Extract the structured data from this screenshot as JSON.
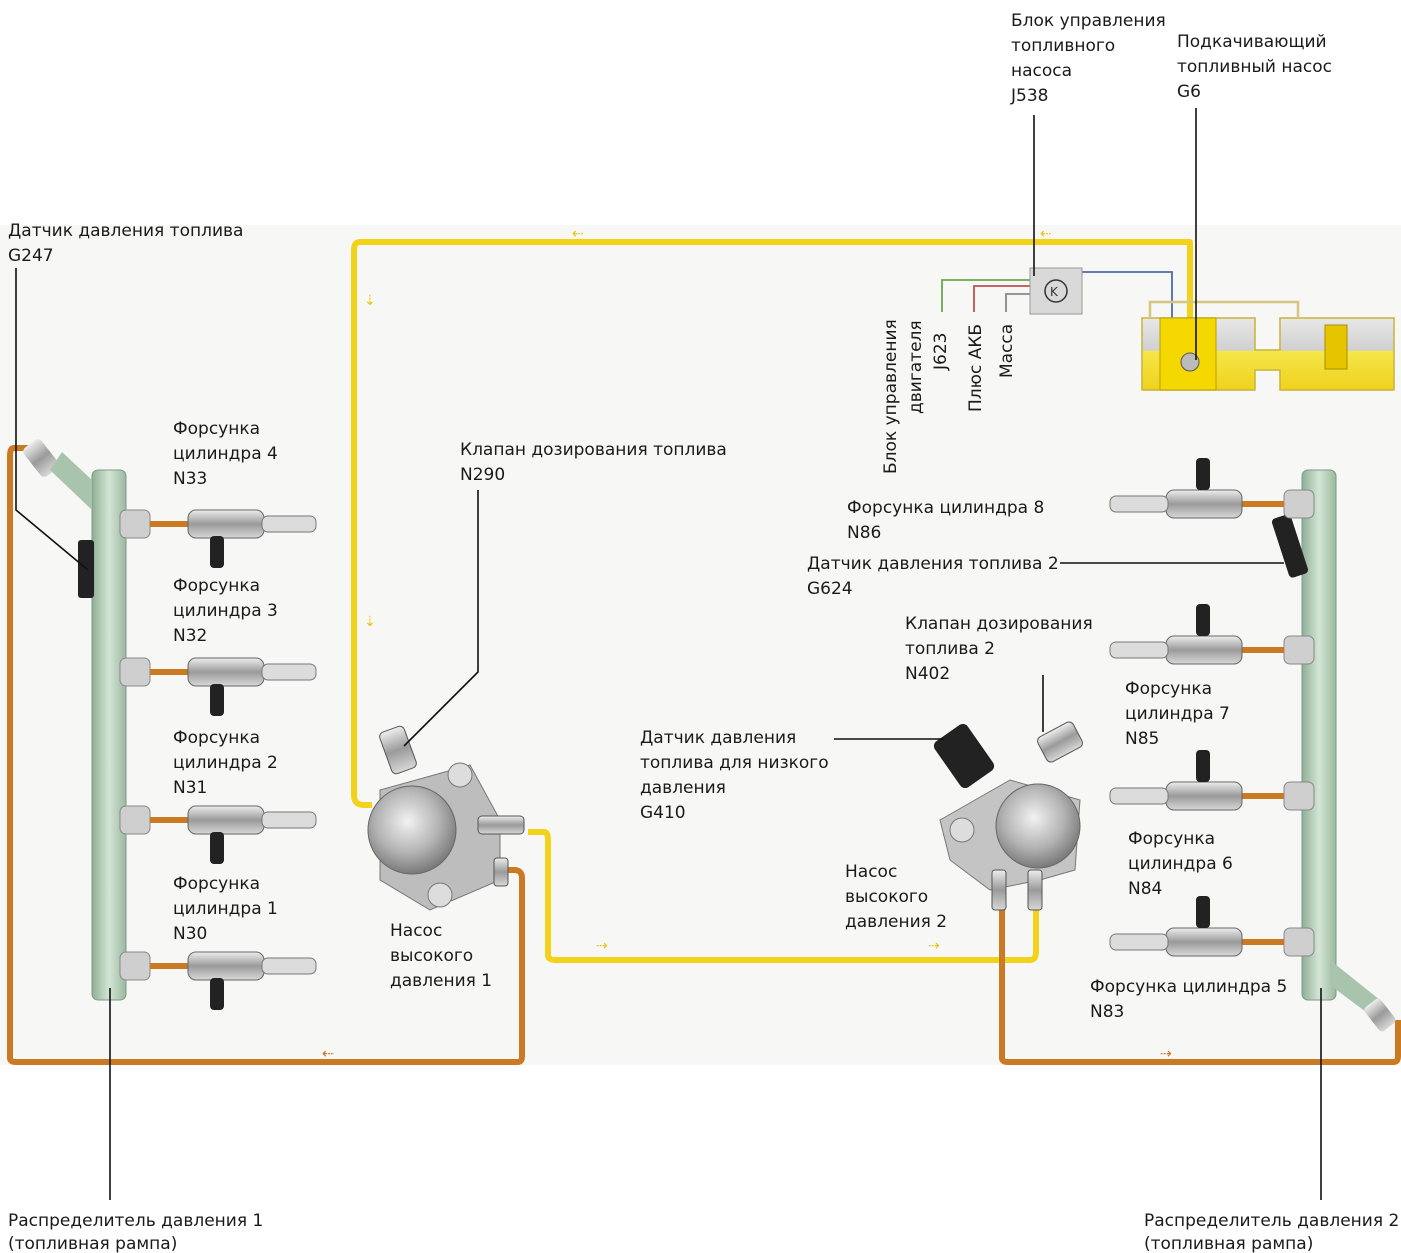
{
  "labels": {
    "fuel_pump_ecu": [
      "Блок управления",
      "топливного",
      "насоса",
      "J538"
    ],
    "booster_pump": [
      "Подкачивающий",
      "топливный насос",
      "G6"
    ],
    "fuel_pressure_sensor_1": [
      "Датчик давления топлива",
      "G247"
    ],
    "engine_ecu": [
      "Блок управления",
      "двигателя",
      "J623"
    ],
    "battery_plus": "Плюс АКБ",
    "ground": "Масса",
    "metering_valve_1": [
      "Клапан дозирования топлива",
      "N290"
    ],
    "injector_4": [
      "Форсунка",
      "цилиндра 4",
      "N33"
    ],
    "injector_3": [
      "Форсунка",
      "цилиндра 3",
      "N32"
    ],
    "injector_2": [
      "Форсунка",
      "цилиндра 2",
      "N31"
    ],
    "injector_1": [
      "Форсунка",
      "цилиндра 1",
      "N30"
    ],
    "injector_8": [
      "Форсунка цилиндра 8",
      "N86"
    ],
    "fuel_pressure_sensor_2": [
      "Датчик давления топлива 2",
      "G624"
    ],
    "metering_valve_2": [
      "Клапан дозирования",
      "топлива 2",
      "N402"
    ],
    "low_pressure_sensor": [
      "Датчик давления",
      "топлива для низкого",
      "давления",
      "G410"
    ],
    "injector_7": [
      "Форсунка",
      "цилиндра 7",
      "N85"
    ],
    "injector_6": [
      "Форсунка",
      "цилиндра 6",
      "N84"
    ],
    "injector_5": [
      "Форсунка цилиндра 5",
      "N83"
    ],
    "hp_pump_1": [
      "Насос",
      "высокого",
      "давления 1"
    ],
    "hp_pump_2": [
      "Насос",
      "высокого",
      "давления 2"
    ],
    "rail_1": [
      "Распределитель давления 1",
      "(топливная рампа)"
    ],
    "rail_2": [
      "Распределитель давления 2",
      "(топливная рампа)"
    ]
  },
  "colors": {
    "low_pressure_line": "#f2d21b",
    "high_pressure_line": "#c97a22",
    "rail": "#b9d1bd",
    "background_panel": "#f7f7f5",
    "wire_green": "#6aa84f",
    "wire_red": "#c0504d",
    "wire_blue": "#4a6fa5"
  }
}
